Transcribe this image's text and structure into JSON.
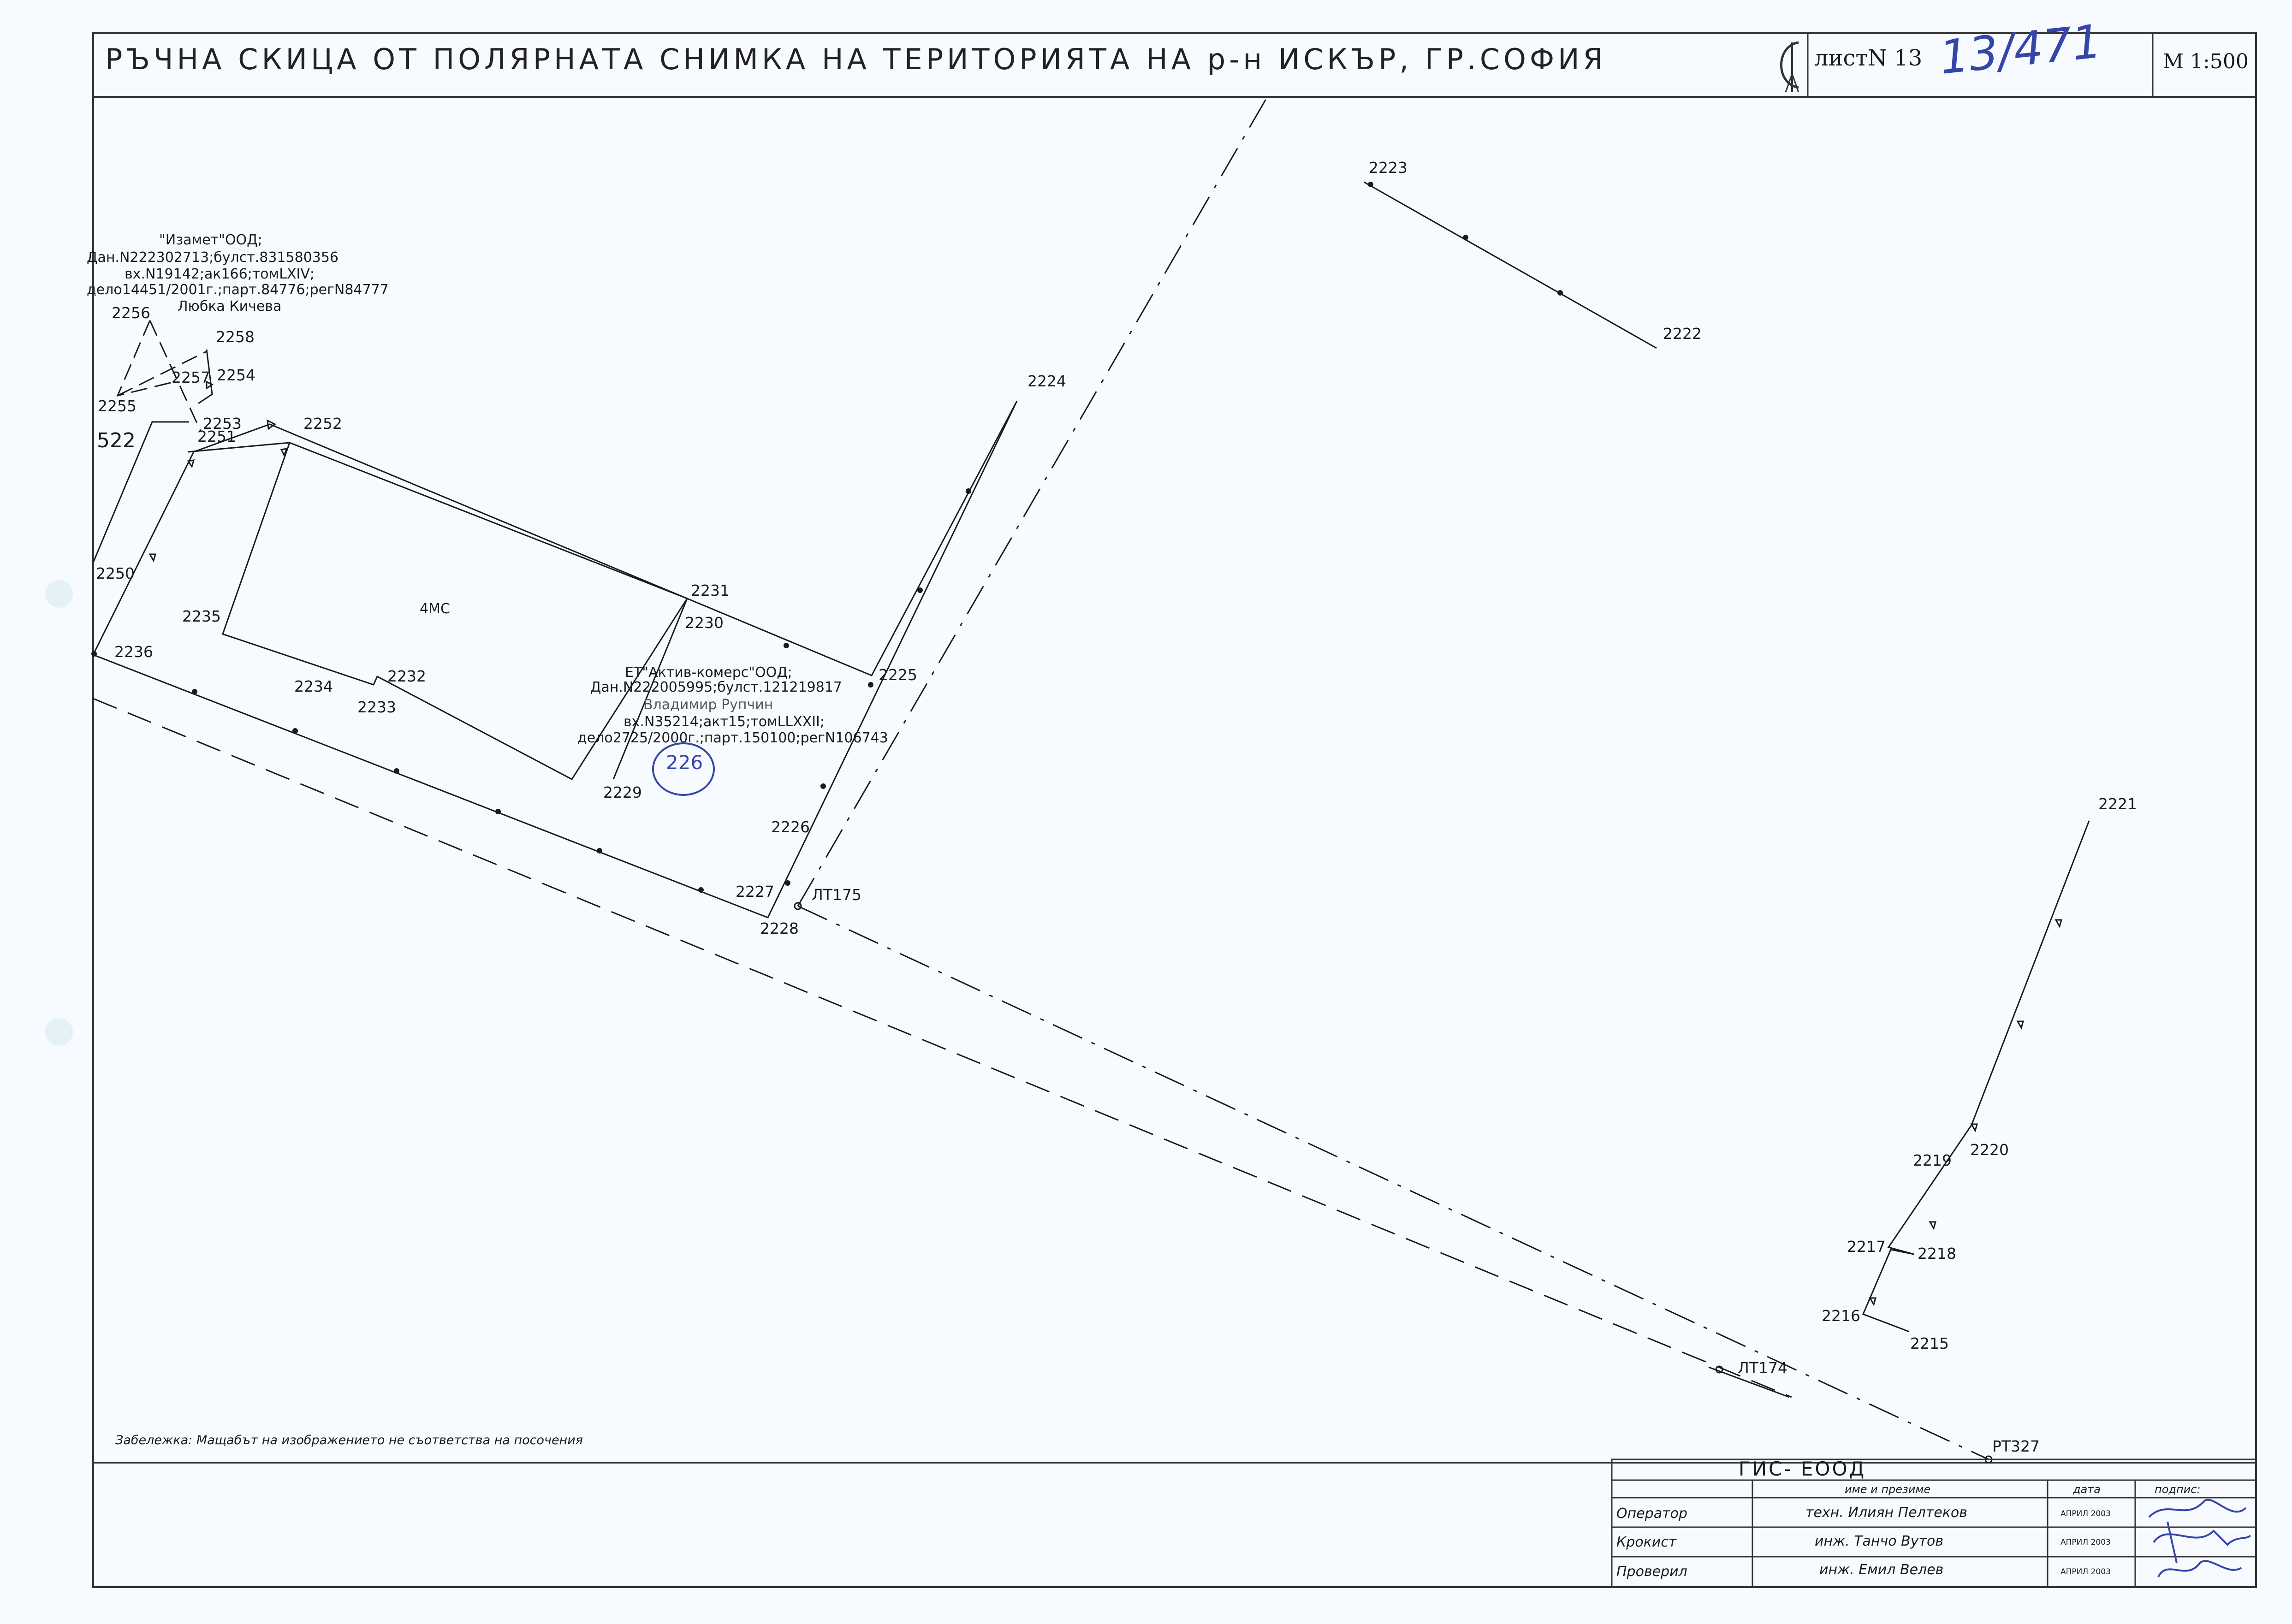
{
  "header": {
    "title": "РЪЧНА СКИЦА ОТ ПОЛЯРНАТА СНИМКА НА ТЕРИТОРИЯТА НА р-н ИСКЪР, ГР.СОФИЯ",
    "sheet_label": "листN 13",
    "handwritten_ref": "13/471",
    "scale": "M 1:500"
  },
  "points": {
    "p2223": "2223",
    "p2222": "2222",
    "p2224": "2224",
    "p2225": "2225",
    "p2226": "2226",
    "p2227": "2227",
    "p2228": "2228",
    "p2229": "2229",
    "p2230": "2230",
    "p2231": "2231",
    "p2232": "2232",
    "p2233": "2233",
    "p2234": "2234",
    "p2235": "2235",
    "p2236": "2236",
    "p2250": "2250",
    "p2251": "2251",
    "p2252": "2252",
    "p2253": "2253",
    "p2254": "2254",
    "p2255": "2255",
    "p2256": "2256",
    "p2257": "2257",
    "p2258": "2258",
    "p2221": "2221",
    "p2220": "2220",
    "p2219": "2219",
    "p2218": "2218",
    "p2217": "2217",
    "p2216": "2216",
    "p2215": "2215",
    "lt175": "ЛТ175",
    "lt174": "ЛТ174",
    "rt327": "РТ327"
  },
  "parcels": {
    "p522": "522",
    "building": "4МС",
    "p226": "226"
  },
  "owners": {
    "izamet": {
      "l1": "\"Изамет\"ООД;",
      "l2": "Дан.N222302713;булст.831580356",
      "l3": "вх.N19142;ак166;томLXIV;",
      "l4": "дело14451/2001г.;парт.84776;регN84777",
      "l5": "Любка Кичева"
    },
    "aktiv": {
      "l1": "ЕТ\"Актив-комерс\"ООД;",
      "l2": "Дан.N222005995;булст.121219817",
      "l3": "Владимир Рупчин",
      "l4": "вх.N35214;акт15;томLLXXII;",
      "l5": "дело2725/2000г.;парт.150100;регN106743"
    }
  },
  "note": "Забележка: Мащабът на изображението не съответства на посочения",
  "title_block": {
    "company": "ГИС- ЕООД",
    "col_name": "име и презиме",
    "col_date": "дата",
    "col_sign": "подпис:",
    "rows": [
      {
        "role": "Оператор",
        "name": "техн. Илиян Пелтеков",
        "date": "АПРИЛ 2003"
      },
      {
        "role": "Крокист",
        "name": "инж. Танчо Вутов",
        "date": "АПРИЛ 2003"
      },
      {
        "role": "Проверил",
        "name": "инж. Емил Велев",
        "date": "АПРИЛ 2003"
      }
    ]
  },
  "colors": {
    "ink": "#1a1a1a",
    "pen": "#3545a8",
    "paper": "#f7fbff"
  }
}
